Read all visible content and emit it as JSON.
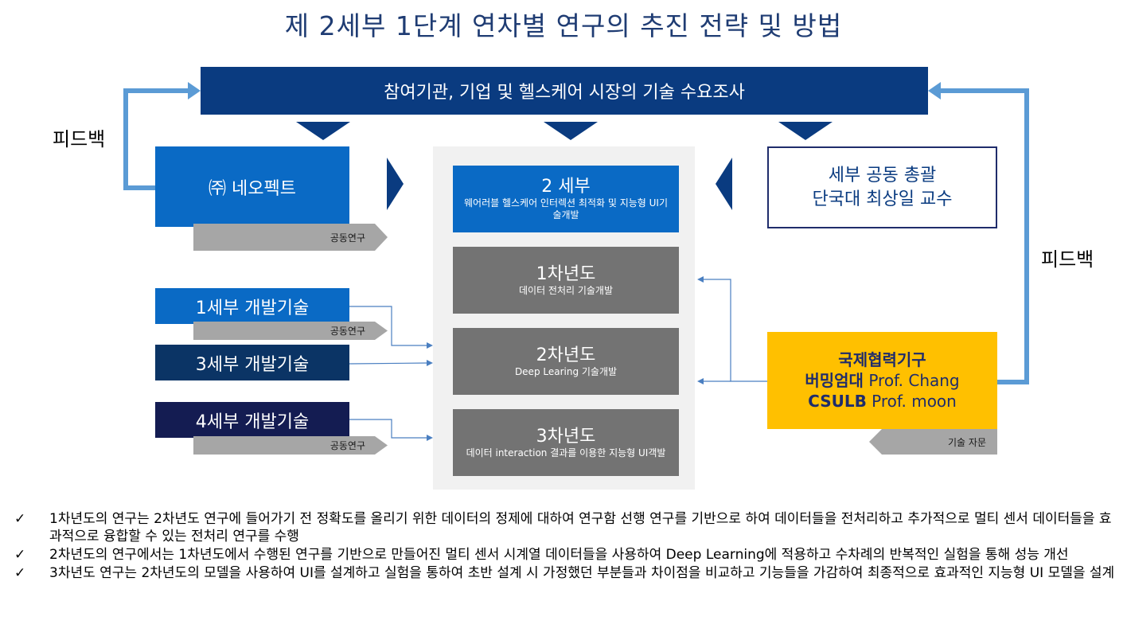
{
  "title": "제 2세부 1단계 연차별 연구의 추진 전략 및 방법",
  "banner": "참여기관, 기업 및 헬스케어 시장의 기술 수요조사",
  "feedback_left": "피드백",
  "feedback_right": "피드백",
  "partner": "㈜ 네오펙트",
  "joint_research": "공동연구",
  "center": {
    "main_title": "2 세부",
    "main_sub": "웨어러블 헬스케어 인터렉션 최적화 및 지능형 UI기술개발",
    "years": [
      {
        "title": "1차년도",
        "sub": "데이터 전처리 기술개발"
      },
      {
        "title": "2차년도",
        "sub": "Deep Learing 기술개발"
      },
      {
        "title": "3차년도",
        "sub": "데이터 interaction 결과를 이용한 지능형 UI객발"
      }
    ]
  },
  "supervisor": {
    "line1": "세부 공동 총괄",
    "line2": "단국대 최상일 교수"
  },
  "dev": [
    "1세부 개발기술",
    "3세부 개발기술",
    "4세부 개발기술"
  ],
  "intl": {
    "line1": "국제협력기구",
    "line2_bold": "버밍엄대",
    "line2_rest": " Prof. Chang",
    "line3_bold": "CSULB",
    "line3_rest": " Prof. moon"
  },
  "tech_advice": "기술 자문",
  "notes": [
    "1차년도의 연구는 2차년도 연구에 들어가기 전 정확도를 올리기 위한 데이터의 정제에 대하여 연구함 선행 연구를 기반으로 하여 데이터들을 전처리하고 추가적으로 멀티 센서 데이터들을 효과적으로 융합할 수 있는 전처리 연구를 수행",
    "2차년도의 연구에서는 1차년도에서 수행된 연구를 기반으로 만들어진 멀티 센서 시계열 데이터들을 사용하여 Deep Learning에 적용하고 수차례의 반복적인 실험을 통해 성능 개선",
    "3차년도 연구는 2차년도의 모델을 사용하여 UI를 설계하고 실험을 통하여 초반 설계 시 가정했던 부분들과 차이점을 비교하고 기능들을 가감하여 최종적으로 효과적인 지능형 UI 모델을 설계"
  ],
  "colors": {
    "banner": "#0a3b80",
    "primary_blue": "#0a6ac5",
    "dev3": "#0b3465",
    "dev4": "#141c52",
    "gray_box": "#737373",
    "intl": "#ffc000",
    "feedback_line": "#5b9bd5"
  }
}
